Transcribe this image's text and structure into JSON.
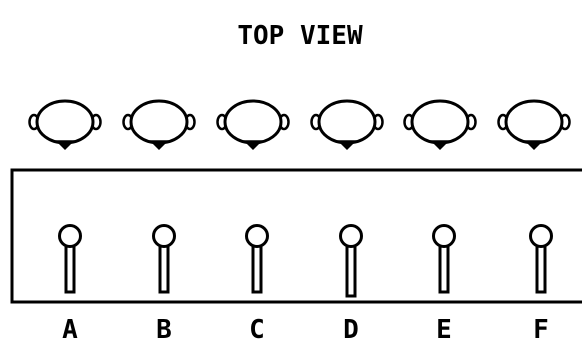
{
  "title": "TOP VIEW",
  "heads": [
    {
      "id": "head-1",
      "icon": "head-top-view-icon"
    },
    {
      "id": "head-2",
      "icon": "head-top-view-icon"
    },
    {
      "id": "head-3",
      "icon": "head-top-view-icon"
    },
    {
      "id": "head-4",
      "icon": "head-top-view-icon"
    },
    {
      "id": "head-5",
      "icon": "head-top-view-icon"
    },
    {
      "id": "head-6",
      "icon": "head-top-view-icon"
    }
  ],
  "microphones": [
    {
      "label": "A",
      "icon": "microphone-icon"
    },
    {
      "label": "B",
      "icon": "microphone-icon"
    },
    {
      "label": "C",
      "icon": "microphone-icon"
    },
    {
      "label": "D",
      "icon": "microphone-icon"
    },
    {
      "label": "E",
      "icon": "microphone-icon"
    },
    {
      "label": "F",
      "icon": "microphone-icon"
    }
  ],
  "colors": {
    "stroke": "#000000",
    "background": "#ffffff"
  }
}
